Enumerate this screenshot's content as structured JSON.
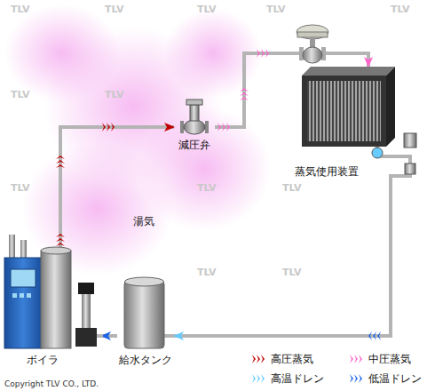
{
  "diagram": {
    "nodes": [
      {
        "text": [
          "ボイラ"
        ]
      },
      {
        "text": [
          "給水タンク"
        ]
      },
      {
        "text": [
          "減圧弁"
        ]
      },
      {
        "text": [
          "蒸気使用装置"
        ]
      }
    ],
    "edges": [
      {
        "from": 0,
        "to": 2,
        "arrow": "to"
      },
      {
        "from": 2,
        "to": 3,
        "arrow": "to"
      },
      {
        "from": 3,
        "to": 1,
        "arrow": "to"
      },
      {
        "from": 1,
        "to": 0,
        "arrow": "to"
      }
    ],
    "labels": [
      "湯気",
      "Copyright TLV CO., LTD.",
      "TLV",
      "TLV",
      "TLV",
      "TLV",
      "TLV",
      "TLV",
      "TLV",
      "TLV",
      "TLV",
      "TLV",
      "TLV",
      "TLV"
    ],
    "legend": [
      {
        "text": "高圧蒸気",
        "color": "#c00000"
      },
      {
        "text": "中圧蒸気",
        "color": "#ff66cc"
      },
      {
        "text": "高温ドレン",
        "color": "#66ccff"
      },
      {
        "text": "低温ドレン",
        "color": "#1e64e6"
      }
    ]
  }
}
